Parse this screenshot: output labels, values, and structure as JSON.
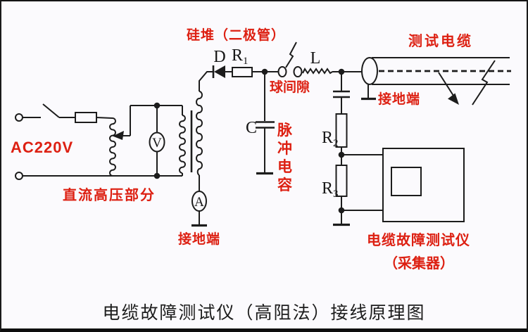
{
  "diagram": {
    "title": "电缆故障测试仪（高阻法）接线原理图",
    "colors": {
      "label_red": "#dd2012",
      "line_black": "#1c1c1c",
      "background": "#fbfafd"
    },
    "labels": {
      "ac_input": "AC220V",
      "dc_hv_section": "直流高压部分",
      "silicon_stack": "硅堆（二极管）",
      "ball_gap": "球间隙",
      "pulse_cap": "脉\n冲\n电\n容",
      "test_cable": "测试电缆",
      "cable_ground": "接地端",
      "transformer_ground": "接地端",
      "tester_name": "电缆故障测试仪",
      "tester_sub": "（采集器）"
    },
    "components": {
      "diode": "D",
      "r1_base": "R",
      "r1_sub": "1",
      "cap_letter": "C",
      "inductor": "L",
      "r2_base": "R",
      "r2_sub": "2",
      "r3_base": "R",
      "r3_sub": "3",
      "voltmeter": "V",
      "ammeter": "A"
    }
  }
}
